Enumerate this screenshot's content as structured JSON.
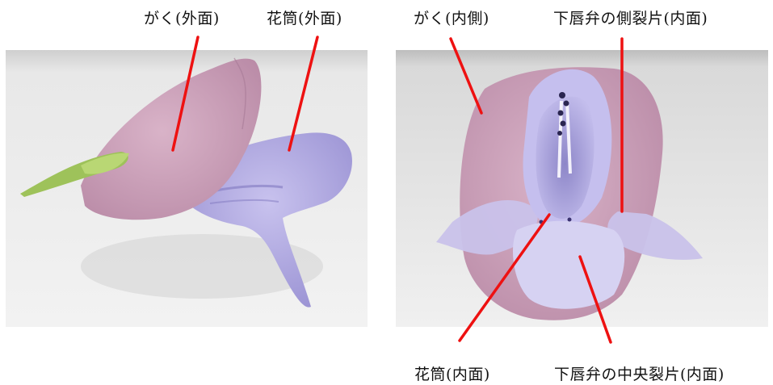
{
  "labels": {
    "sepal_outer": "がく(外面)",
    "tube_outer": "花筒(外面)",
    "sepal_inner": "がく(内側)",
    "lower_lip_side_lobe_inner": "下唇弁の側裂片(内面)",
    "tube_inner": "花筒(内面)",
    "lower_lip_center_lobe_inner": "下唇弁の中央裂片(内面)"
  },
  "colors": {
    "leader_line": "#ee1111",
    "sepal": "#c79bb6",
    "corolla": "#a9a0d8",
    "photo_bg": "#e4e4e4"
  }
}
